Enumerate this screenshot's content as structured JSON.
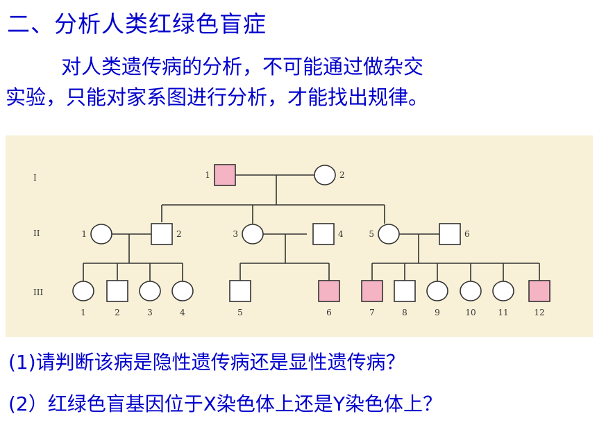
{
  "heading": "二、分析人类红绿色盲症",
  "paragraph": {
    "line1": "对人类遗传病的分析，不可能通过做杂交",
    "line2": "实验，只能对家系图进行分析，才能找出规律。"
  },
  "pedigree": {
    "generations": [
      "I",
      "II",
      "III"
    ],
    "affected_color": "#f4b4c4",
    "gen1": [
      {
        "id": "1",
        "sex": "male",
        "affected": true
      },
      {
        "id": "2",
        "sex": "female",
        "affected": false
      }
    ],
    "gen2": [
      {
        "id": "1",
        "sex": "female",
        "affected": false
      },
      {
        "id": "2",
        "sex": "male",
        "affected": false
      },
      {
        "id": "3",
        "sex": "female",
        "affected": false
      },
      {
        "id": "4",
        "sex": "male",
        "affected": false
      },
      {
        "id": "5",
        "sex": "female",
        "affected": false
      },
      {
        "id": "6",
        "sex": "male",
        "affected": false
      }
    ],
    "gen3": [
      {
        "id": "1",
        "sex": "female",
        "affected": false
      },
      {
        "id": "2",
        "sex": "male",
        "affected": false
      },
      {
        "id": "3",
        "sex": "female",
        "affected": false
      },
      {
        "id": "4",
        "sex": "female",
        "affected": false
      },
      {
        "id": "5",
        "sex": "male",
        "affected": false
      },
      {
        "id": "6",
        "sex": "male",
        "affected": true
      },
      {
        "id": "7",
        "sex": "male",
        "affected": true
      },
      {
        "id": "8",
        "sex": "male",
        "affected": false
      },
      {
        "id": "9",
        "sex": "female",
        "affected": false
      },
      {
        "id": "10",
        "sex": "female",
        "affected": false
      },
      {
        "id": "11",
        "sex": "female",
        "affected": false
      },
      {
        "id": "12",
        "sex": "male",
        "affected": true
      }
    ]
  },
  "questions": {
    "q1": "(1)请判断该病是隐性遗传病还是显性遗传病？",
    "q2": "(2）红绿色盲基因位于X染色体上还是Y染色体上？"
  }
}
